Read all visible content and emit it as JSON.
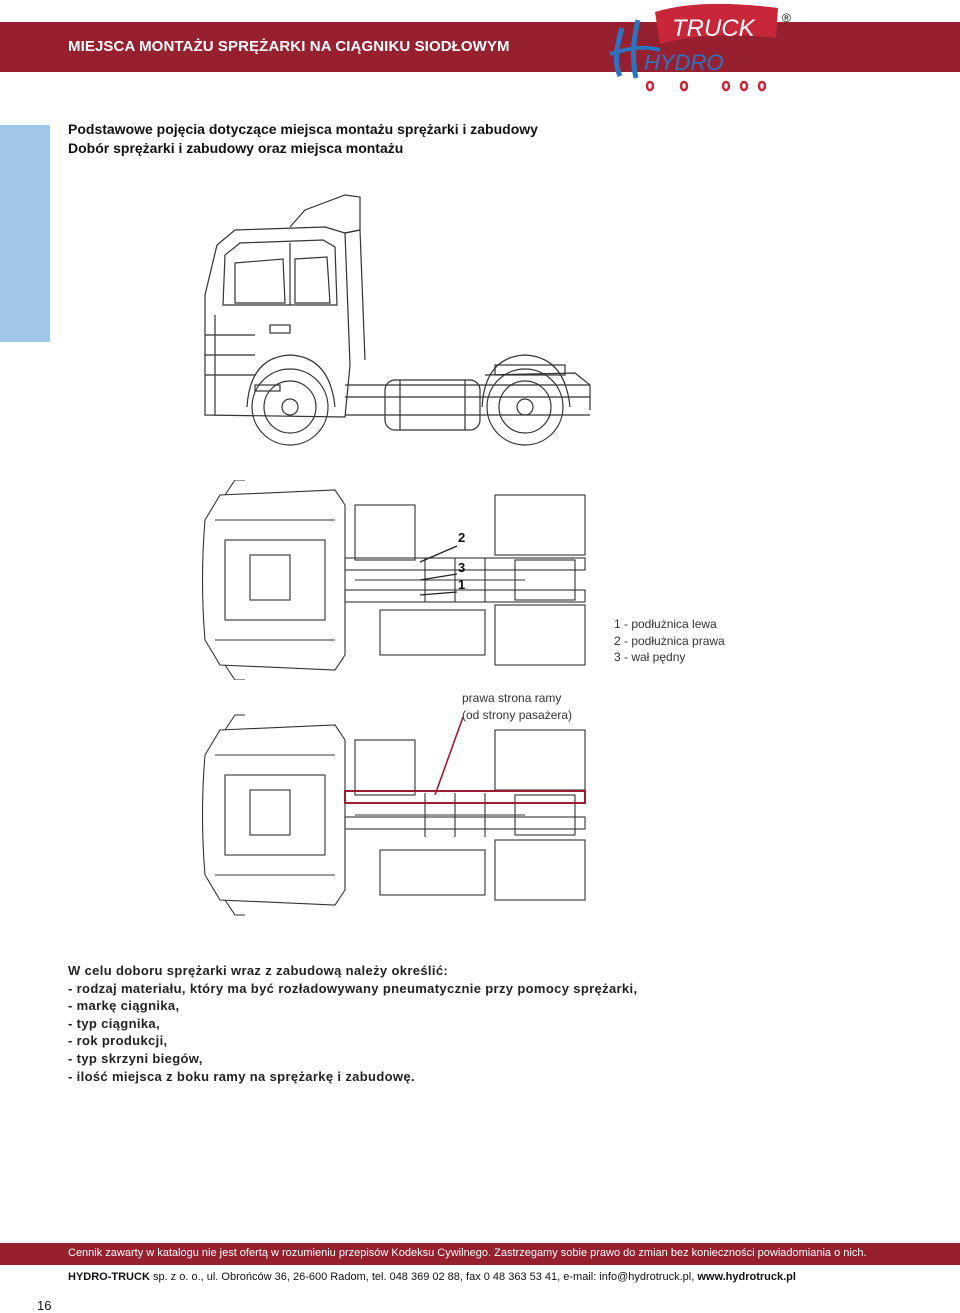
{
  "header": {
    "title": "MIEJSCA MONTAŻU SPRĘŻARKI NA CIĄGNIKU SIODŁOWYM",
    "logo_text_primary": "HYDRO",
    "logo_text_secondary": "TRUCK",
    "logo_registered": "®",
    "brand_color": "#96202f",
    "logo_blue": "#2b74c2",
    "logo_red": "#c8273a"
  },
  "side_tab_color": "#9fc8ea",
  "headline": {
    "line1": "Podstawowe pojęcia dotyczące miejsca montażu sprężarki i zabudowy",
    "line2": "Dobór sprężarki i zabudowy oraz miejsca montażu"
  },
  "diagram": {
    "callouts": [
      "2",
      "3",
      "1"
    ],
    "legend": [
      "1 - podłużnica lewa",
      "2 - podłużnica prawa",
      "3 - wał pędny"
    ],
    "note_line1": "prawa strona ramy",
    "note_line2": "(od strony pasażera)"
  },
  "body": {
    "lines": [
      "W celu doboru sprężarki wraz z zabudową należy określić:",
      "- rodzaj materiału, który ma być rozładowywany pneumatycznie przy pomocy sprężarki,",
      "- markę ciągnika,",
      "- typ ciągnika,",
      "- rok produkcji,",
      "- typ skrzyni biegów,",
      "- ilość miejsca z boku ramy na sprężarkę i zabudowę."
    ]
  },
  "footer": {
    "disclaimer": "Cennik zawarty w katalogu nie jest ofertą w rozumieniu przepisów Kodeksu Cywilnego. Zastrzegamy sobie prawo do zmian bez konieczności powiadomiania o nich.",
    "company": "HYDRO-TRUCK",
    "address": " sp. z o. o., ul. Obrońców 36, 26-600 Radom, tel. 048 369 02 88, fax 0 48 363 53 41, e-mail: info@hydrotruck.pl, ",
    "website": "www.hydrotruck.pl"
  },
  "page_number": "16"
}
